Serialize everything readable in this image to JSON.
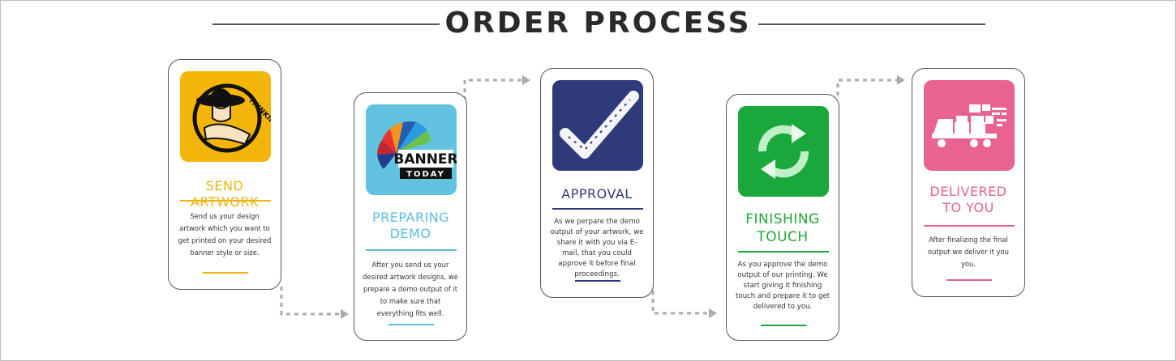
{
  "page": {
    "title": "ORDER PROCESS"
  },
  "steps": [
    {
      "title": "SEND ARTWORK",
      "color": "#efb412",
      "description": "Send us your design artwork which you want to get printed on your desired banner style or size.",
      "icon": {
        "name": "thinking-icon",
        "badge_text": "THINKING",
        "bg": "#f4b50a"
      }
    },
    {
      "title": "PREPARING DEMO",
      "color": "#5bbee0",
      "description": "After you send us your desired artwork designs, we prepare a demo output of it to make sure that everything fits well.",
      "icon": {
        "name": "banner-today-logo-icon",
        "logo_line1": "BANNER",
        "logo_line2": "TODAY",
        "bg": "#61c3e0"
      }
    },
    {
      "title": "APPROVAL",
      "color": "#2f3a7a",
      "description": "As we perpare the demo output of your artwork, we share it with you via E-mail, that you could approve it before final proceedings.",
      "icon": {
        "name": "checkmark-icon",
        "bg": "#2f3a7a"
      }
    },
    {
      "title": "FINISHING TOUCH",
      "color": "#1fa83a",
      "description": "As you approve the demo output of our printing. We start giving it finishing touch and prepare it to get delivered to you.",
      "icon": {
        "name": "refresh-icon",
        "bg": "#1aa83c"
      }
    },
    {
      "title": "DELIVERED TO YOU",
      "color": "#e96191",
      "description": "After finalizing the final output we deliver it you you.",
      "icon": {
        "name": "delivery-truck-icon",
        "bg": "#e8638f"
      }
    }
  ]
}
